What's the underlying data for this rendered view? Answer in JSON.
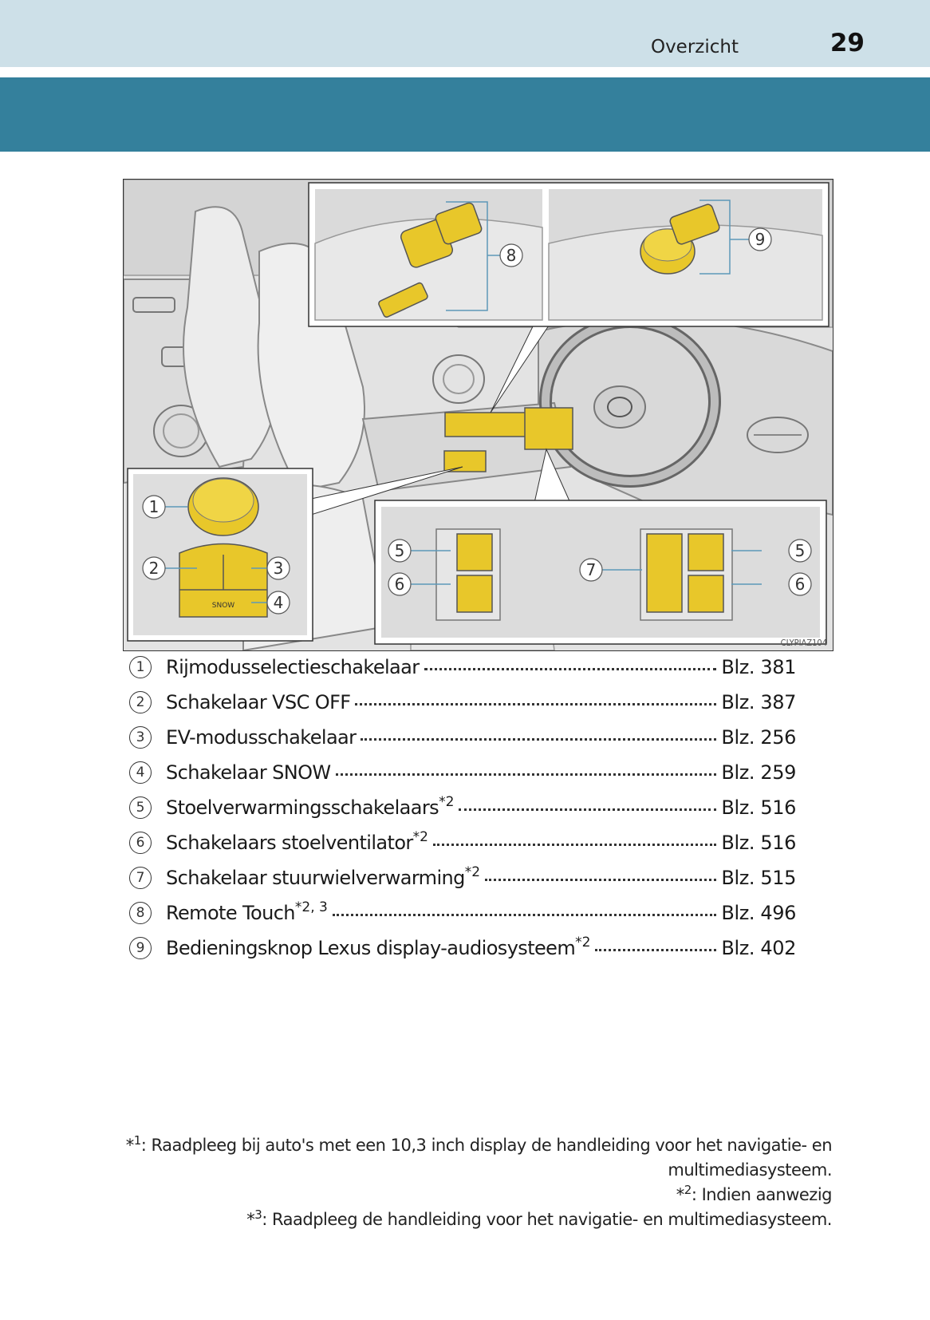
{
  "header": {
    "section": "Overzicht",
    "page_number": "29"
  },
  "figure": {
    "code": "CLYPIAZ104",
    "callouts": [
      "1",
      "2",
      "3",
      "4",
      "5",
      "6",
      "7",
      "8",
      "9"
    ],
    "button_text": {
      "snow": "SNOW"
    },
    "highlight_color": "#e8c72a"
  },
  "items": [
    {
      "num": "1",
      "label": "Rijmodusselectieschakelaar",
      "sup": "",
      "page": "Blz. 381"
    },
    {
      "num": "2",
      "label": "Schakelaar VSC OFF",
      "sup": "",
      "page": "Blz. 387"
    },
    {
      "num": "3",
      "label": "EV-modusschakelaar",
      "sup": "",
      "page": "Blz. 256"
    },
    {
      "num": "4",
      "label": "Schakelaar SNOW",
      "sup": "",
      "page": "Blz. 259"
    },
    {
      "num": "5",
      "label": "Stoelverwarmingsschakelaars",
      "sup": "*2",
      "page": "Blz. 516"
    },
    {
      "num": "6",
      "label": "Schakelaars stoelventilator",
      "sup": "*2",
      "page": "Blz. 516"
    },
    {
      "num": "7",
      "label": "Schakelaar stuurwielverwarming",
      "sup": "*2",
      "page": "Blz. 515"
    },
    {
      "num": "8",
      "label": "Remote Touch",
      "sup": "*2, 3",
      "page": "Blz. 496"
    },
    {
      "num": "9",
      "label": "Bedieningsknop Lexus display-audiosysteem",
      "sup": "*2",
      "page": "Blz. 402"
    }
  ],
  "footnotes": {
    "fn1_mark": "*",
    "fn1_num": "1",
    "fn1_line1": ": Raadpleeg bij auto's met een 10,3 inch display de handleiding voor het navigatie- en",
    "fn1_line2": "multimediasysteem.",
    "fn2_mark": "*",
    "fn2_num": "2",
    "fn2_text": ": Indien aanwezig",
    "fn3_mark": "*",
    "fn3_num": "3",
    "fn3_text": ": Raadpleeg de handleiding voor het navigatie- en multimediasysteem."
  }
}
